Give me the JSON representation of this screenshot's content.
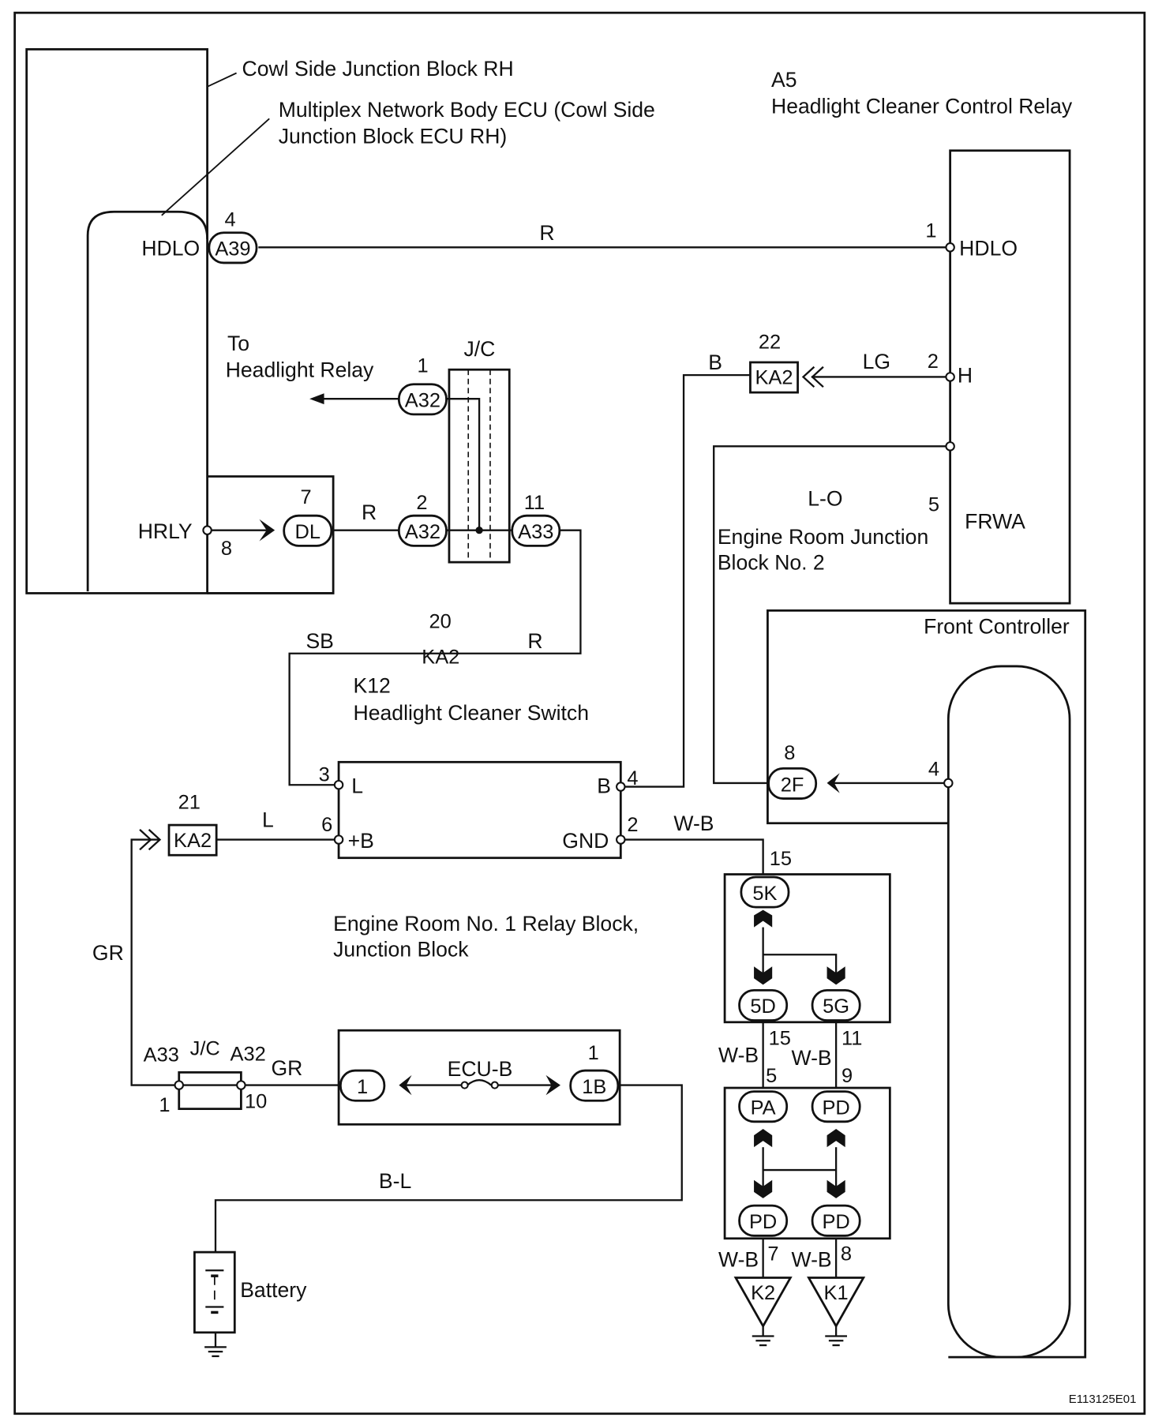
{
  "components": {
    "cowl_block": "Cowl Side Junction Block RH",
    "body_ecu_line1": "Multiplex Network Body ECU (Cowl Side",
    "body_ecu_line2": "Junction Block ECU RH)",
    "relay_id": "A5",
    "relay_name": "Headlight Cleaner Control Relay",
    "jc": "J/C",
    "to_relay_line1": "To",
    "to_relay_line2": "Headlight Relay",
    "switch_id": "K12",
    "switch_name": "Headlight Cleaner Switch",
    "erjb_line1": "Engine Room Junction",
    "erjb_line2": "Block No. 2",
    "front_controller": "Front Controller",
    "er_relay_line1": "Engine Room No. 1 Relay Block,",
    "er_relay_line2": "Junction Block",
    "fuse": "ECU-B",
    "battery": "Battery",
    "figure_code": "E113125E01"
  },
  "terminals": {
    "hdlo_ecu": "HDLO",
    "hrly": "HRLY",
    "hdlo_relay": "HDLO",
    "h": "H",
    "frwa": "FRWA",
    "sw_l": "L",
    "sw_b": "B",
    "sw_plus_b": "+B",
    "sw_gnd": "GND"
  },
  "connectors": {
    "a39": "A39",
    "a32_1": "A32",
    "a32_2": "A32",
    "a33": "A33",
    "dl": "DL",
    "ka2_22": "KA2",
    "ka2_20": "KA2",
    "ka2_21": "KA2",
    "c2f": "2F",
    "c5k": "5K",
    "c5d": "5D",
    "c5g": "5G",
    "cpa": "PA",
    "cpd1": "PD",
    "cpd2": "PD",
    "cpd3": "PD",
    "c1": "1",
    "c1b": "1B",
    "jc_a33": "A33",
    "jc_a32": "A32",
    "jc_label": "J/C",
    "k1": "K1",
    "k2": "K2"
  },
  "wire_colors": {
    "r_top": "R",
    "lg": "LG",
    "b": "B",
    "l_o": "L-O",
    "r_dl": "R",
    "sb": "SB",
    "r_a33": "R",
    "l": "L",
    "gr_left": "GR",
    "gr_jc": "GR",
    "wb_gnd": "W-B",
    "wb_15": "W-B",
    "wb_11": "W-B",
    "wb_7": "W-B",
    "wb_8": "W-B",
    "b_l": "B-L"
  },
  "pins": {
    "p4_a39": "4",
    "p1_hdlo": "1",
    "p2_h": "2",
    "p5_frwa": "5",
    "p22": "22",
    "p1_a32": "1",
    "p7_dl": "7",
    "p8_hrly": "8",
    "p2_a32": "2",
    "p11_a33": "11",
    "p20": "20",
    "p3": "3",
    "p4_b": "4",
    "p6": "6",
    "p2_gnd": "2",
    "p21": "21",
    "p8_2f": "8",
    "p4_fc": "4",
    "p15_5k": "15",
    "p15_5d": "15",
    "p11_5g": "11",
    "p5_pa": "5",
    "p9_pd": "9",
    "p7_k2": "7",
    "p8_k1": "8",
    "p1_jc": "1",
    "p10_jc": "10",
    "p1_1b": "1"
  }
}
